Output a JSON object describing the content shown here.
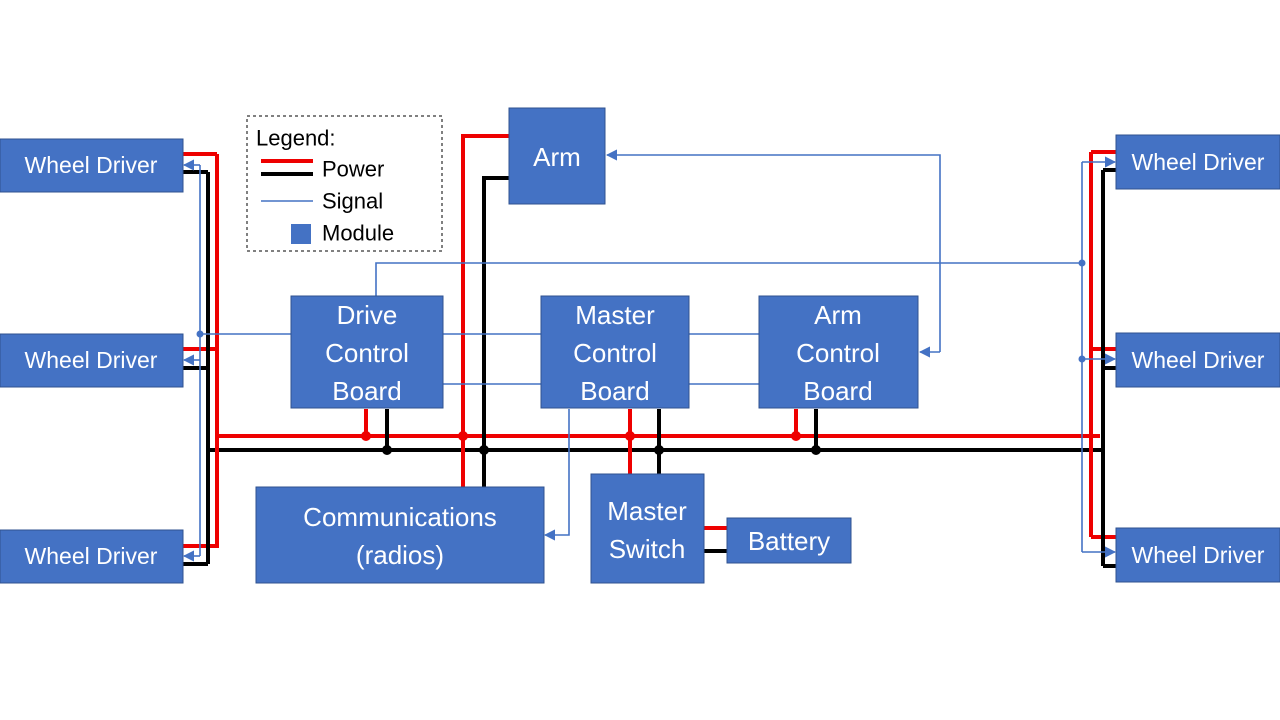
{
  "legend": {
    "title": "Legend:",
    "power": "Power",
    "signal": "Signal",
    "module": "Module"
  },
  "modules": {
    "wheel_left_top": "Wheel Driver",
    "wheel_left_mid": "Wheel Driver",
    "wheel_left_bot": "Wheel Driver",
    "wheel_right_top": "Wheel Driver",
    "wheel_right_mid": "Wheel Driver",
    "wheel_right_bot": "Wheel Driver",
    "arm": "Arm",
    "drive_control": [
      "Drive",
      "Control",
      "Board"
    ],
    "master_control": [
      "Master",
      "Control",
      "Board"
    ],
    "arm_control": [
      "Arm",
      "Control",
      "Board"
    ],
    "communications": [
      "Communications",
      "(radios)"
    ],
    "master_switch": [
      "Master",
      "Switch"
    ],
    "battery": "Battery"
  },
  "colors": {
    "module_fill": "#4472C4",
    "power": "#EE0000",
    "ground": "#000000",
    "signal": "#4472C4"
  }
}
